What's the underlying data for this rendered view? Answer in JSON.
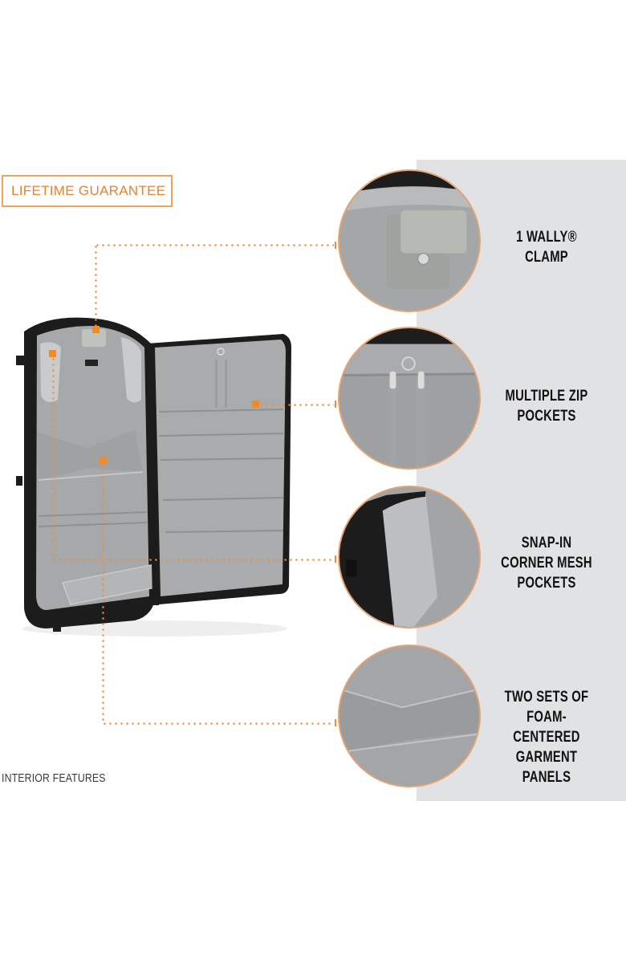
{
  "badge": {
    "text": "LIFETIME GUARANTEE"
  },
  "footer": {
    "label": "INTERIOR FEATURES"
  },
  "colors": {
    "accent_orange": "#ef8d3c",
    "badge_border": "#f0a35e",
    "panel_gray": "#e1e2e4",
    "lining_gray": "#a9abad",
    "bag_black": "#1c1c1c"
  },
  "features": [
    {
      "id": "wally-clamp",
      "label": "1 WALLY®\nCLAMP",
      "image": "clamp-closeup"
    },
    {
      "id": "zip-pockets",
      "label": "MULTIPLE ZIP\nPOCKETS",
      "image": "zip-pockets-closeup"
    },
    {
      "id": "mesh-pockets",
      "label": "SNAP-IN\nCORNER MESH\nPOCKETS",
      "image": "corner-mesh-closeup"
    },
    {
      "id": "garment-panels",
      "label": "TWO SETS OF\nFOAM-CENTERED\nGARMENT\nPANELS",
      "image": "garment-panel-closeup"
    }
  ],
  "product_image": {
    "subject": "open garment bag, interior view"
  }
}
